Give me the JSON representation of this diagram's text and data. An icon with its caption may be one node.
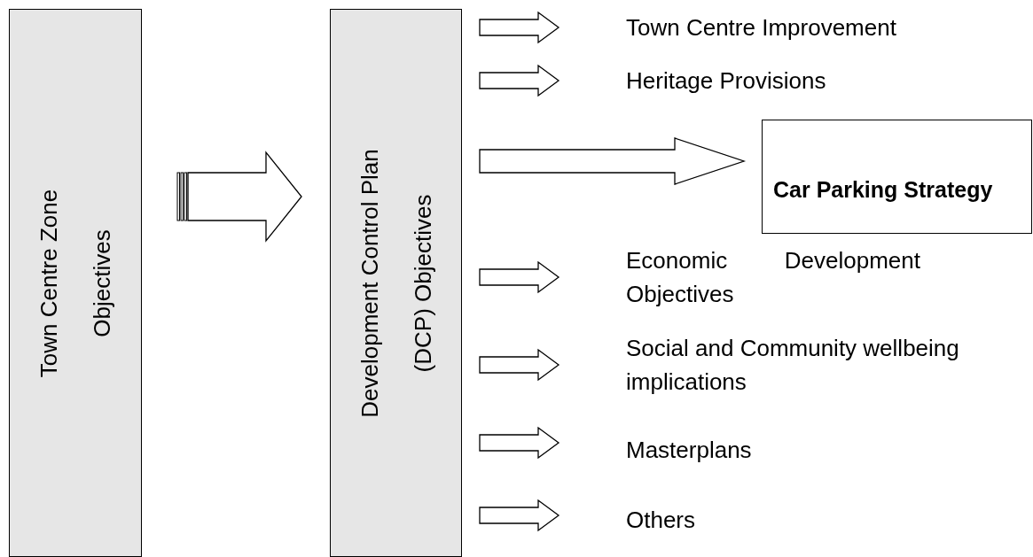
{
  "diagram": {
    "nodes": [
      {
        "text": [
          "Town Centre Zone Objectives"
        ]
      },
      {
        "text": [
          "Development Control Plan (DCP) Objectives"
        ]
      },
      {
        "text": [
          "Town Centre Improvement"
        ]
      },
      {
        "text": [
          "Heritage Provisions"
        ]
      },
      {
        "text": [
          "Car Parking Strategy"
        ]
      },
      {
        "text": [
          "Economic Development Objectives"
        ]
      },
      {
        "text": [
          "Social and Community wellbeing implications"
        ]
      },
      {
        "text": [
          "Masterplans"
        ]
      },
      {
        "text": [
          "Others"
        ]
      }
    ],
    "edges": [
      {
        "from": 0,
        "to": 1,
        "arrow": "to"
      },
      {
        "from": 1,
        "to": 2,
        "arrow": "to"
      },
      {
        "from": 1,
        "to": 3,
        "arrow": "to"
      },
      {
        "from": 1,
        "to": 4,
        "arrow": "to"
      },
      {
        "from": 1,
        "to": 5,
        "arrow": "to"
      },
      {
        "from": 1,
        "to": 6,
        "arrow": "to"
      },
      {
        "from": 1,
        "to": 7,
        "arrow": "to"
      },
      {
        "from": 1,
        "to": 8,
        "arrow": "to"
      }
    ]
  }
}
